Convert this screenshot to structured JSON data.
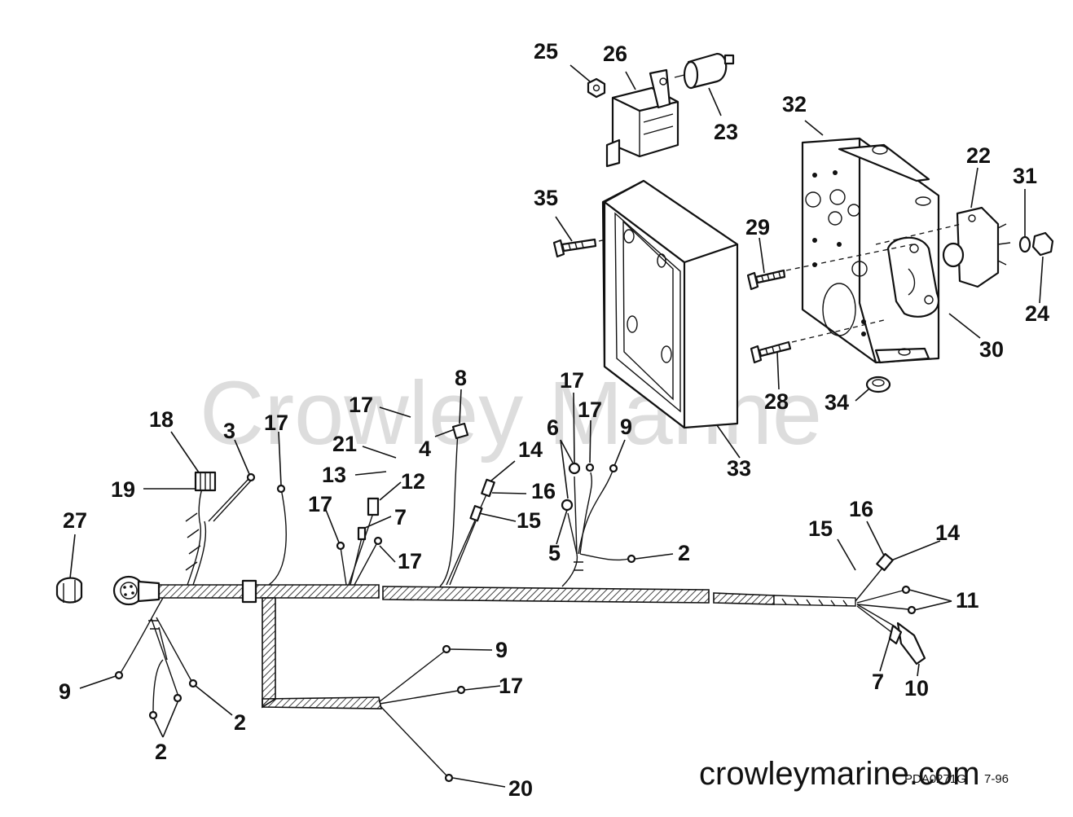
{
  "watermark": "Crowley Marine",
  "footer": {
    "site": "crowleymarine.com",
    "code": "PDA0271G",
    "date": "7-96"
  },
  "callouts": [
    {
      "id": "c25",
      "label": "25"
    },
    {
      "id": "c26",
      "label": "26"
    },
    {
      "id": "c23",
      "label": "23"
    },
    {
      "id": "c32",
      "label": "32"
    },
    {
      "id": "c22",
      "label": "22"
    },
    {
      "id": "c31",
      "label": "31"
    },
    {
      "id": "c35",
      "label": "35"
    },
    {
      "id": "c29",
      "label": "29"
    },
    {
      "id": "c24",
      "label": "24"
    },
    {
      "id": "c30",
      "label": "30"
    },
    {
      "id": "c28",
      "label": "28"
    },
    {
      "id": "c34",
      "label": "34"
    },
    {
      "id": "c33",
      "label": "33"
    },
    {
      "id": "c8",
      "label": "8"
    },
    {
      "id": "c17a",
      "label": "17"
    },
    {
      "id": "c17b",
      "label": "17"
    },
    {
      "id": "c17c",
      "label": "17"
    },
    {
      "id": "c18",
      "label": "18"
    },
    {
      "id": "c3",
      "label": "3"
    },
    {
      "id": "c17d",
      "label": "17"
    },
    {
      "id": "c21",
      "label": "21"
    },
    {
      "id": "c4",
      "label": "4"
    },
    {
      "id": "c6",
      "label": "6"
    },
    {
      "id": "c9a",
      "label": "9"
    },
    {
      "id": "c13",
      "label": "13"
    },
    {
      "id": "c12",
      "label": "12"
    },
    {
      "id": "c14a",
      "label": "14"
    },
    {
      "id": "c19",
      "label": "19"
    },
    {
      "id": "c16a",
      "label": "16"
    },
    {
      "id": "c17e",
      "label": "17"
    },
    {
      "id": "c7a",
      "label": "7"
    },
    {
      "id": "c15a",
      "label": "15"
    },
    {
      "id": "c27",
      "label": "27"
    },
    {
      "id": "c17f",
      "label": "17"
    },
    {
      "id": "c5",
      "label": "5"
    },
    {
      "id": "c2a",
      "label": "2"
    },
    {
      "id": "c16b",
      "label": "16"
    },
    {
      "id": "c15b",
      "label": "15"
    },
    {
      "id": "c14b",
      "label": "14"
    },
    {
      "id": "c11",
      "label": "11"
    },
    {
      "id": "c9b",
      "label": "9"
    },
    {
      "id": "c17g",
      "label": "17"
    },
    {
      "id": "c9c",
      "label": "9"
    },
    {
      "id": "c2b",
      "label": "2"
    },
    {
      "id": "c7b",
      "label": "7"
    },
    {
      "id": "c10",
      "label": "10"
    },
    {
      "id": "c2c",
      "label": "2"
    },
    {
      "id": "c20",
      "label": "20"
    }
  ]
}
